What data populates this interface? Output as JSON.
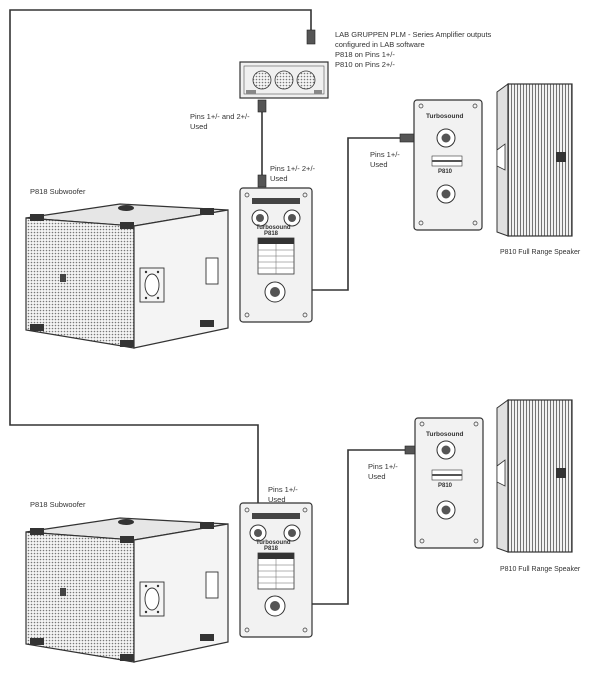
{
  "amp_note": {
    "line1": "LAB GRUPPEN PLM - Series Amplifier outputs",
    "line2": "configured in LAB software",
    "line3": "P818 on Pins 1+/-",
    "line4": "P810 on Pins 2+/-"
  },
  "labels": {
    "amp_pins": "Pins 1+/- and 2+/-",
    "amp_pins_used": "Used",
    "sub1_pins": "Pins 1+/- 2+/-",
    "sub1_pins_used": "Used",
    "top1_pins": "Pins 1+/-",
    "top1_pins_used": "Used",
    "sub2_pins": "Pins 1+/-",
    "sub2_pins_used": "Used",
    "top2_pins": "Pins 1+/-",
    "top2_pins_used": "Used",
    "sub1_name": "P818 Subwoofer",
    "sub2_name": "P818 Subwoofer",
    "top1_name": "P810 Full Range Speaker",
    "top2_name": "P810 Full Range Speaker"
  },
  "panels": {
    "brand": "Turbosound",
    "sub_model": "P818",
    "top_model": "P810"
  },
  "colors": {
    "line": "#333333",
    "grille": "#666666",
    "panel": "#f2f2f2"
  }
}
